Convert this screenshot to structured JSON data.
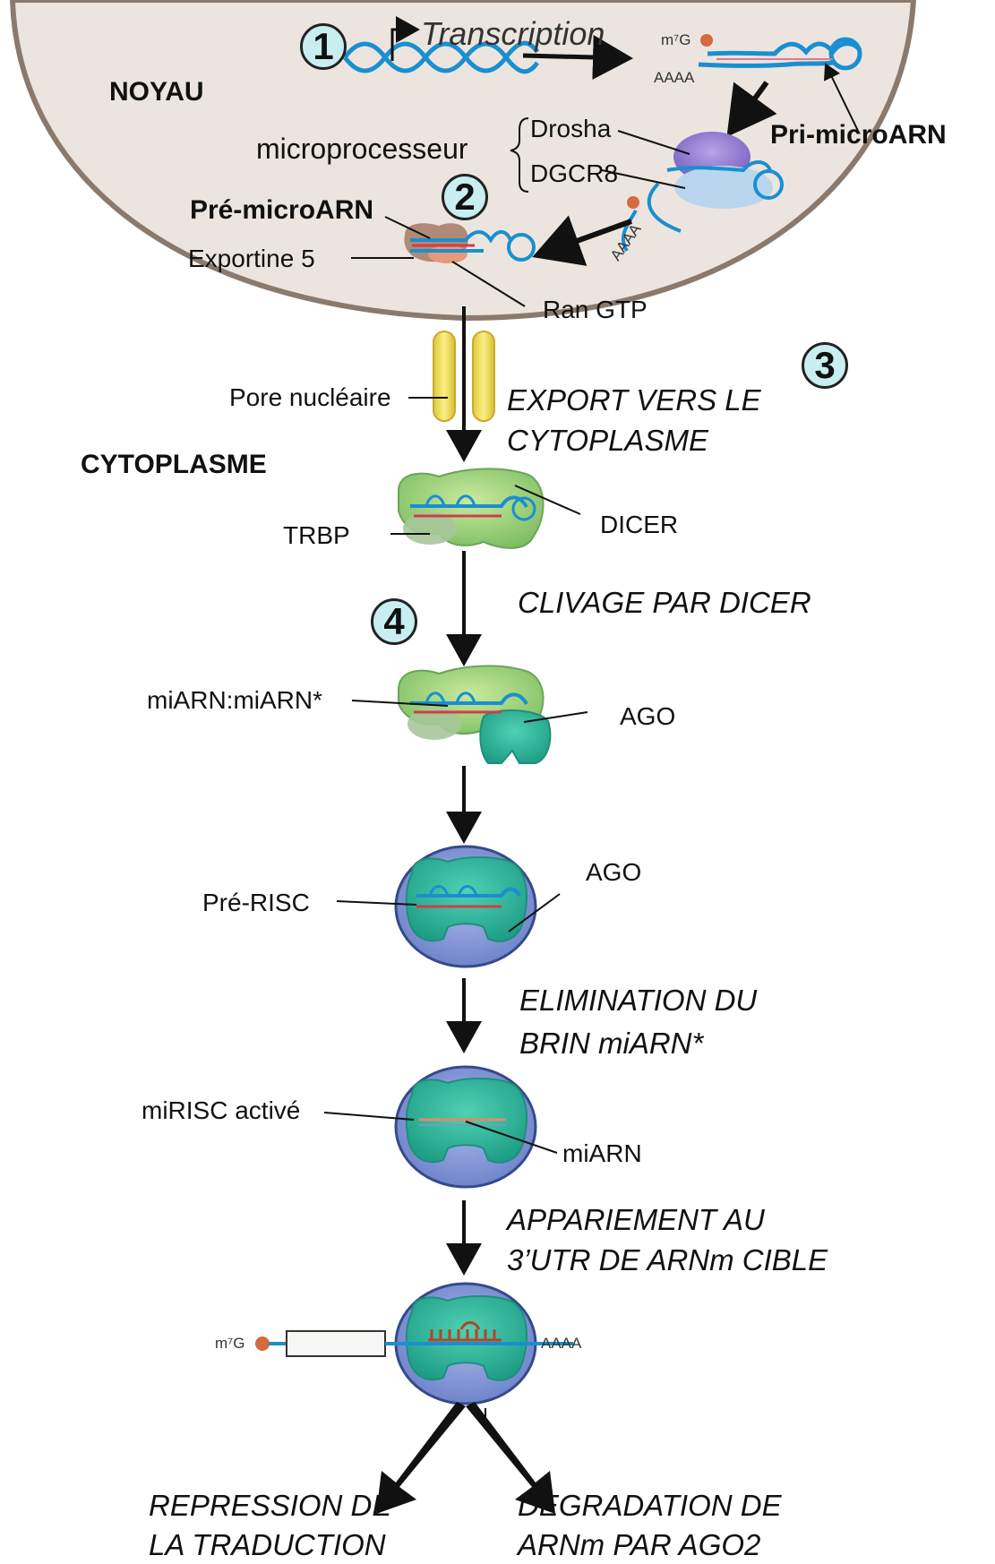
{
  "regions": {
    "nucleus": "NOYAU",
    "cytoplasm": "CYTOPLASME"
  },
  "steps": {
    "s1": "1",
    "s2": "2",
    "s3": "3",
    "s4": "4"
  },
  "labels": {
    "transcription": "Transcription",
    "pri_microarn": "Pri-microARN",
    "microprocesseur": "microprocesseur",
    "drosha": "Drosha",
    "dgcr8": "DGCR8",
    "pre_microarn": "Pré-microARN",
    "exportine": "Exportine 5",
    "ran_gtp": "Ran GTP",
    "pore": "Pore nucléaire",
    "trbp": "TRBP",
    "dicer": "DICER",
    "duplex": "miARN:miARN*",
    "ago1": "AGO",
    "ago2": "AGO",
    "pre_risc": "Pré-RISC",
    "mirisc": "miRISC activé",
    "miarn": "miARN",
    "cap1": "m⁷G",
    "polya1": "AAAA",
    "polya2": "AAAA",
    "cap2": "m⁷G",
    "polya3": "AAAA"
  },
  "processes": {
    "export_l1": "EXPORT VERS LE",
    "export_l2": "CYTOPLASME",
    "clivage": "CLIVAGE PAR DICER",
    "elim_l1": "ELIMINATION DU",
    "elim_l2": "BRIN miARN*",
    "app_l1": "APPARIEMENT AU",
    "app_l2": "3’UTR DE ARNm CIBLE"
  },
  "outcomes": {
    "repression_l1": "REPRESSION DE",
    "repression_l2": "LA TRADUCTION",
    "degradation_l1": "DEGRADATION DE",
    "degradation_l2": "ARNm PAR AGO2"
  },
  "colors": {
    "nucleus_fill": "#ede6e1",
    "nucleus_edge": "#7a6a5e",
    "rna_blue": "#1a8fd0",
    "dicer_green": "#a6d77a",
    "ago_teal": "#2fb59a",
    "risc_blue": "#7f95d8",
    "pore_yellow": "#f2e05a",
    "step_badge": "#c8eef0"
  }
}
